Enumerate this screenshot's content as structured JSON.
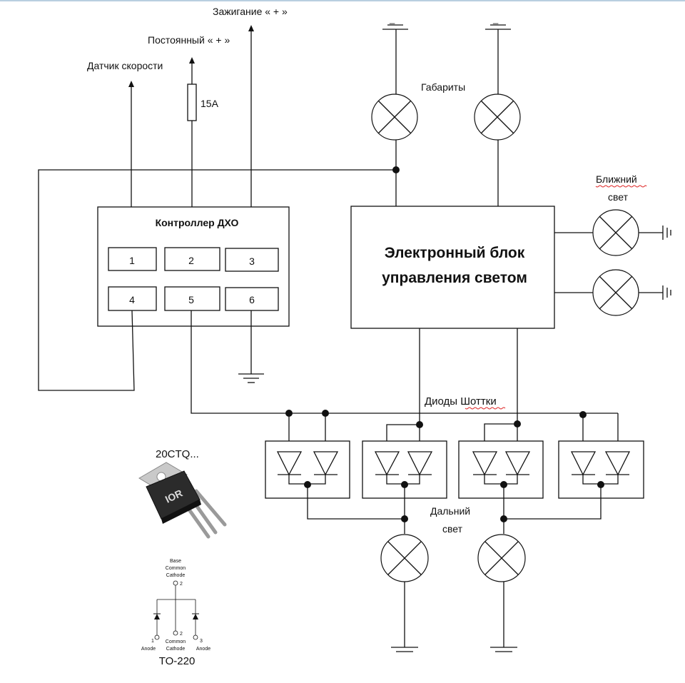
{
  "labels": {
    "ignition": "Зажигание « + »",
    "constant": "Постоянный « + »",
    "speed_sensor": "Датчик скорости",
    "fuse": "15А",
    "controller": "Контроллер ДХО",
    "gabarity": "Габариты",
    "low_beam_1": "Ближний",
    "low_beam_2": "свет",
    "block_1": "Электронный блок",
    "block_2": "управления светом",
    "schottky": "Диоды Шоттки",
    "high_beam_1": "Дальний",
    "high_beam_2": "свет",
    "part_name": "20CTQ...",
    "package": "TO-220",
    "ground_mark_1": "_",
    "ground_mark_2": "_"
  },
  "pins": [
    "1",
    "2",
    "3",
    "4",
    "5",
    "6"
  ],
  "pinout": {
    "base_1": "Base",
    "base_2": "Common",
    "base_3": "Cathode",
    "base_num": "2",
    "left_num": "1",
    "left_name": "Anode",
    "mid_num": "2",
    "mid_name_1": "Common",
    "mid_name_2": "Cathode",
    "right_num": "3",
    "right_name": "Anode"
  },
  "chip_logo": "IOR"
}
